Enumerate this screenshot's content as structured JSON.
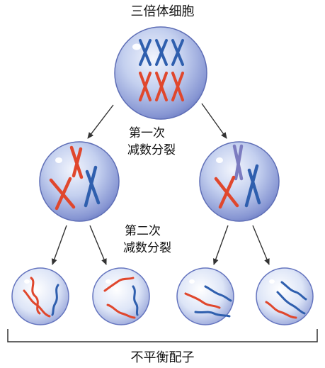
{
  "title": "三倍体细胞",
  "stage1": {
    "line1": "第一次",
    "line2": "减数分裂"
  },
  "stage2": {
    "line1": "第二次",
    "line2": "减数分裂"
  },
  "result": "不平衡配子",
  "colors": {
    "chromosome_blue": "#2f5fae",
    "chromosome_red": "#e0472d",
    "chromosome_purple": "#7c7cc0",
    "cell_light": "#e9eefb",
    "cell_dark": "#6878c2",
    "arrow": "#333333"
  }
}
